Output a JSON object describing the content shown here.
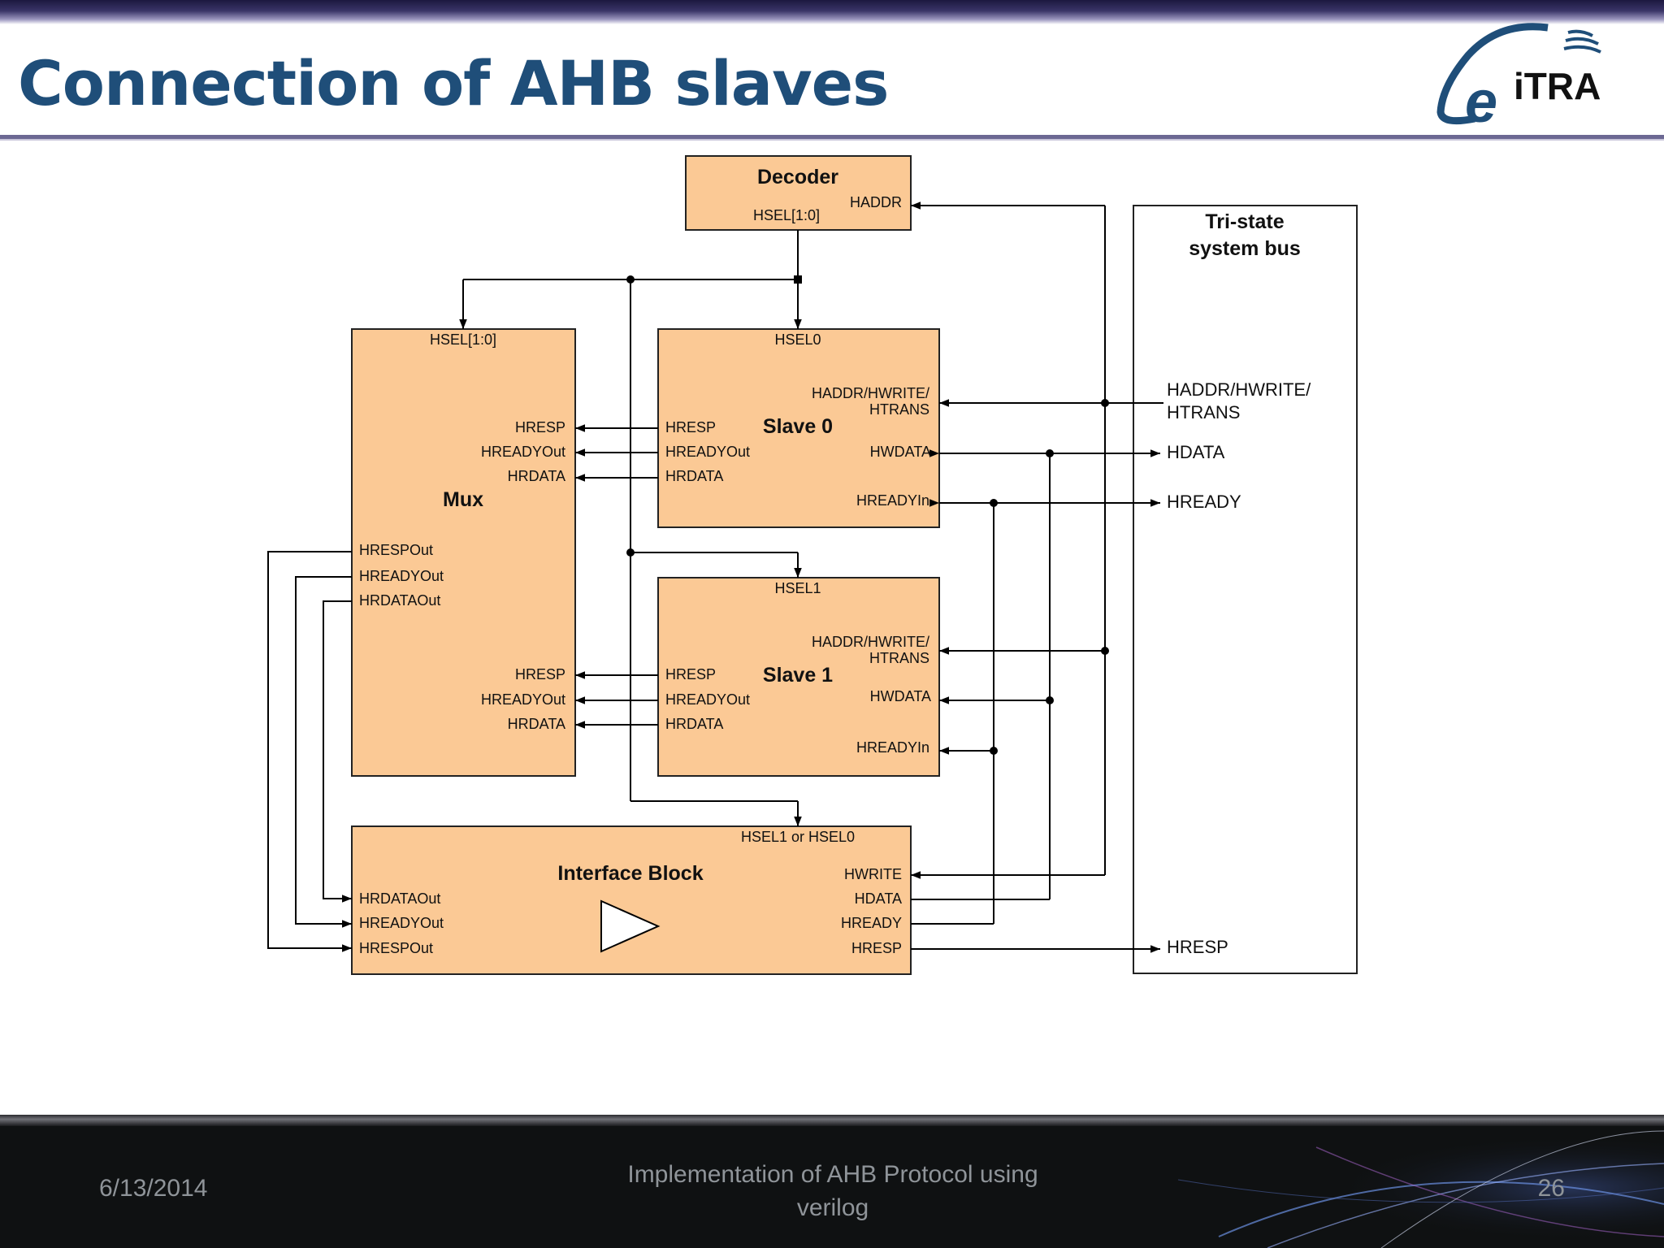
{
  "slide": {
    "title": "Connection of AHB slaves",
    "logo_text": "eiTRA"
  },
  "diagram": {
    "decoder": {
      "name": "Decoder",
      "in_haddr": "HADDR",
      "out_hsel": "HSEL[1:0]"
    },
    "tristate": {
      "title_line1": "Tri-state",
      "title_line2": "system bus",
      "sig_haddr_line1": "HADDR/HWRITE/",
      "sig_haddr_line2": "HTRANS",
      "sig_hdata": "HDATA",
      "sig_hready": "HREADY",
      "sig_hresp": "HRESP"
    },
    "mux": {
      "name": "Mux",
      "hsel": "HSEL[1:0]",
      "in0_hresp": "HRESP",
      "in0_hreadyout": "HREADYOut",
      "in0_hrdata": "HRDATA",
      "out_hrespout": "HRESPOut",
      "out_hreadyout": "HREADYOut",
      "out_hrdataout": "HRDATAOut",
      "in1_hresp": "HRESP",
      "in1_hreadyout": "HREADYOut",
      "in1_hrdata": "HRDATA"
    },
    "slave0": {
      "name": "Slave 0",
      "hsel": "HSEL0",
      "addr_line1": "HADDR/HWRITE/",
      "addr_line2": "HTRANS",
      "hwdata": "HWDATA",
      "hreadyin": "HREADYIn",
      "hresp": "HRESP",
      "hreadyout": "HREADYOut",
      "hrdata": "HRDATA"
    },
    "slave1": {
      "name": "Slave 1",
      "hsel": "HSEL1",
      "addr_line1": "HADDR/HWRITE/",
      "addr_line2": "HTRANS",
      "hwdata": "HWDATA",
      "hreadyin": "HREADYIn",
      "hresp": "HRESP",
      "hreadyout": "HREADYOut",
      "hrdata": "HRDATA"
    },
    "interface": {
      "name": "Interface Block",
      "hsel": "HSEL1 or HSEL0",
      "in_hrdataout": "HRDATAOut",
      "in_hreadyout": "HREADYOut",
      "in_hrespout": "HRESPOut",
      "hwrite": "HWRITE",
      "hdata": "HDATA",
      "hready": "HREADY",
      "hresp": "HRESP"
    }
  },
  "footer": {
    "date": "6/13/2014",
    "center_line1": "Implementation of AHB Protocol using",
    "center_line2": "verilog",
    "page": "26"
  },
  "colors": {
    "title": "#1f4e79",
    "block_fill": "#fbc995",
    "footer_bg": "#0f1112",
    "footer_text": "#8f9499"
  }
}
